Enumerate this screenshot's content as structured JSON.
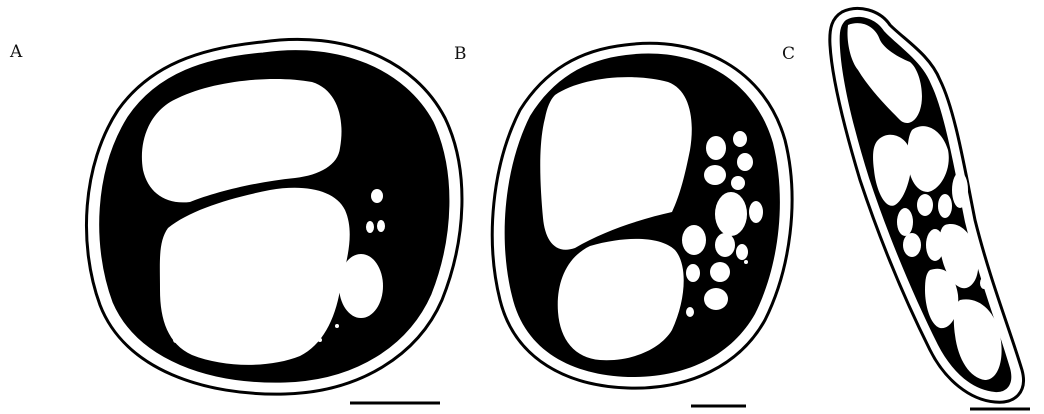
{
  "panels": [
    {
      "label": "A"
    },
    {
      "label": "B"
    },
    {
      "label": "C"
    }
  ],
  "colors": {
    "cytoplasm": "#000000",
    "vacuole": "#ffffff",
    "wall": "#ffffff",
    "outline": "#000000"
  }
}
